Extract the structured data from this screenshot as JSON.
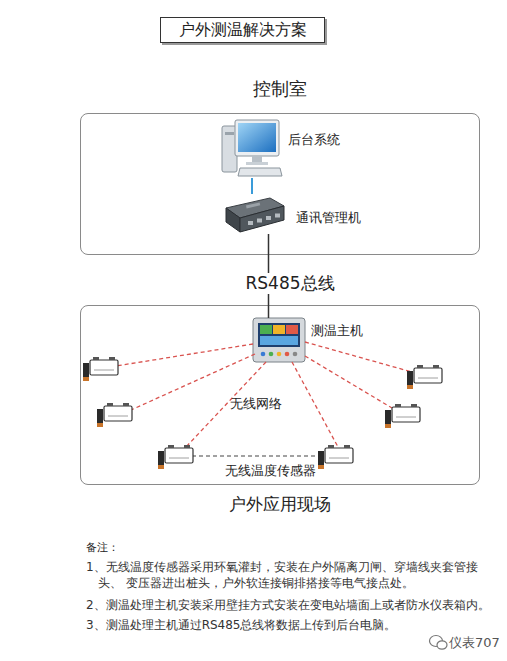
{
  "diagram": {
    "title": "户外测温解决方案",
    "nodes": [
      {
        "text": [
          "控制室"
        ]
      },
      {
        "text": [
          "后台系统"
        ],
        "in": 0
      },
      {
        "text": [
          "通讯管理机"
        ],
        "in": 0
      },
      {
        "text": [
          "户外应用现场"
        ]
      },
      {
        "text": [
          "测温主机"
        ],
        "in": 3
      }
    ],
    "edges": [
      {
        "from": 1,
        "to": 2,
        "arrow": "none"
      },
      {
        "from": 2,
        "to": 4,
        "label": "RS485总线",
        "arrow": "none"
      }
    ],
    "labels": [
      "无线网络",
      "无线温度传感器",
      "备注：",
      "1、无线温度传感器采用环氧灌封，安装在户外隔离刀闸、穿墙线夹套管接头、 变压器进出桩头，户外软连接铜排搭接等电气接点处。",
      "2、测温处理主机安装采用壁挂方式安装在变电站墙面上或者防水仪表箱内。",
      "3、测温处理主机通过RS485总线将数据上传到后台电脑。",
      "仪表707"
    ]
  }
}
